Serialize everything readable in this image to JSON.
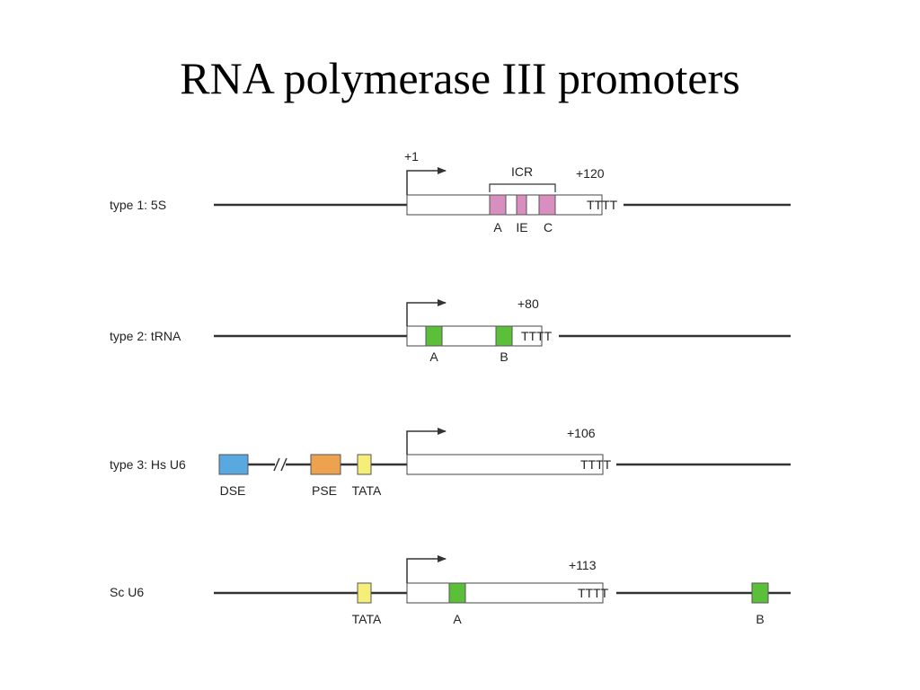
{
  "title": "RNA polymerase III promoters",
  "colors": {
    "line": "#333333",
    "pink": "#d88fc0",
    "green": "#5bbf3a",
    "blue": "#5aa8e0",
    "orange": "#eda24f",
    "yellow": "#f5ef7a"
  },
  "rows": {
    "type1": {
      "label": "type 1: 5S",
      "start": "+1",
      "end": "+120",
      "terminator": "TTTT",
      "region": "ICR",
      "elements": [
        "A",
        "IE",
        "C"
      ]
    },
    "type2": {
      "label": "type 2: tRNA",
      "end": "+80",
      "terminator": "TTTT",
      "elements": [
        "A",
        "B"
      ]
    },
    "type3": {
      "label": "type 3: Hs U6",
      "end": "+106",
      "terminator": "TTTT",
      "elements": [
        "DSE",
        "PSE",
        "TATA"
      ]
    },
    "scu6": {
      "label": "Sc U6",
      "end": "+113",
      "terminator": "TTTT",
      "elements": [
        "TATA",
        "A",
        "B"
      ]
    }
  }
}
